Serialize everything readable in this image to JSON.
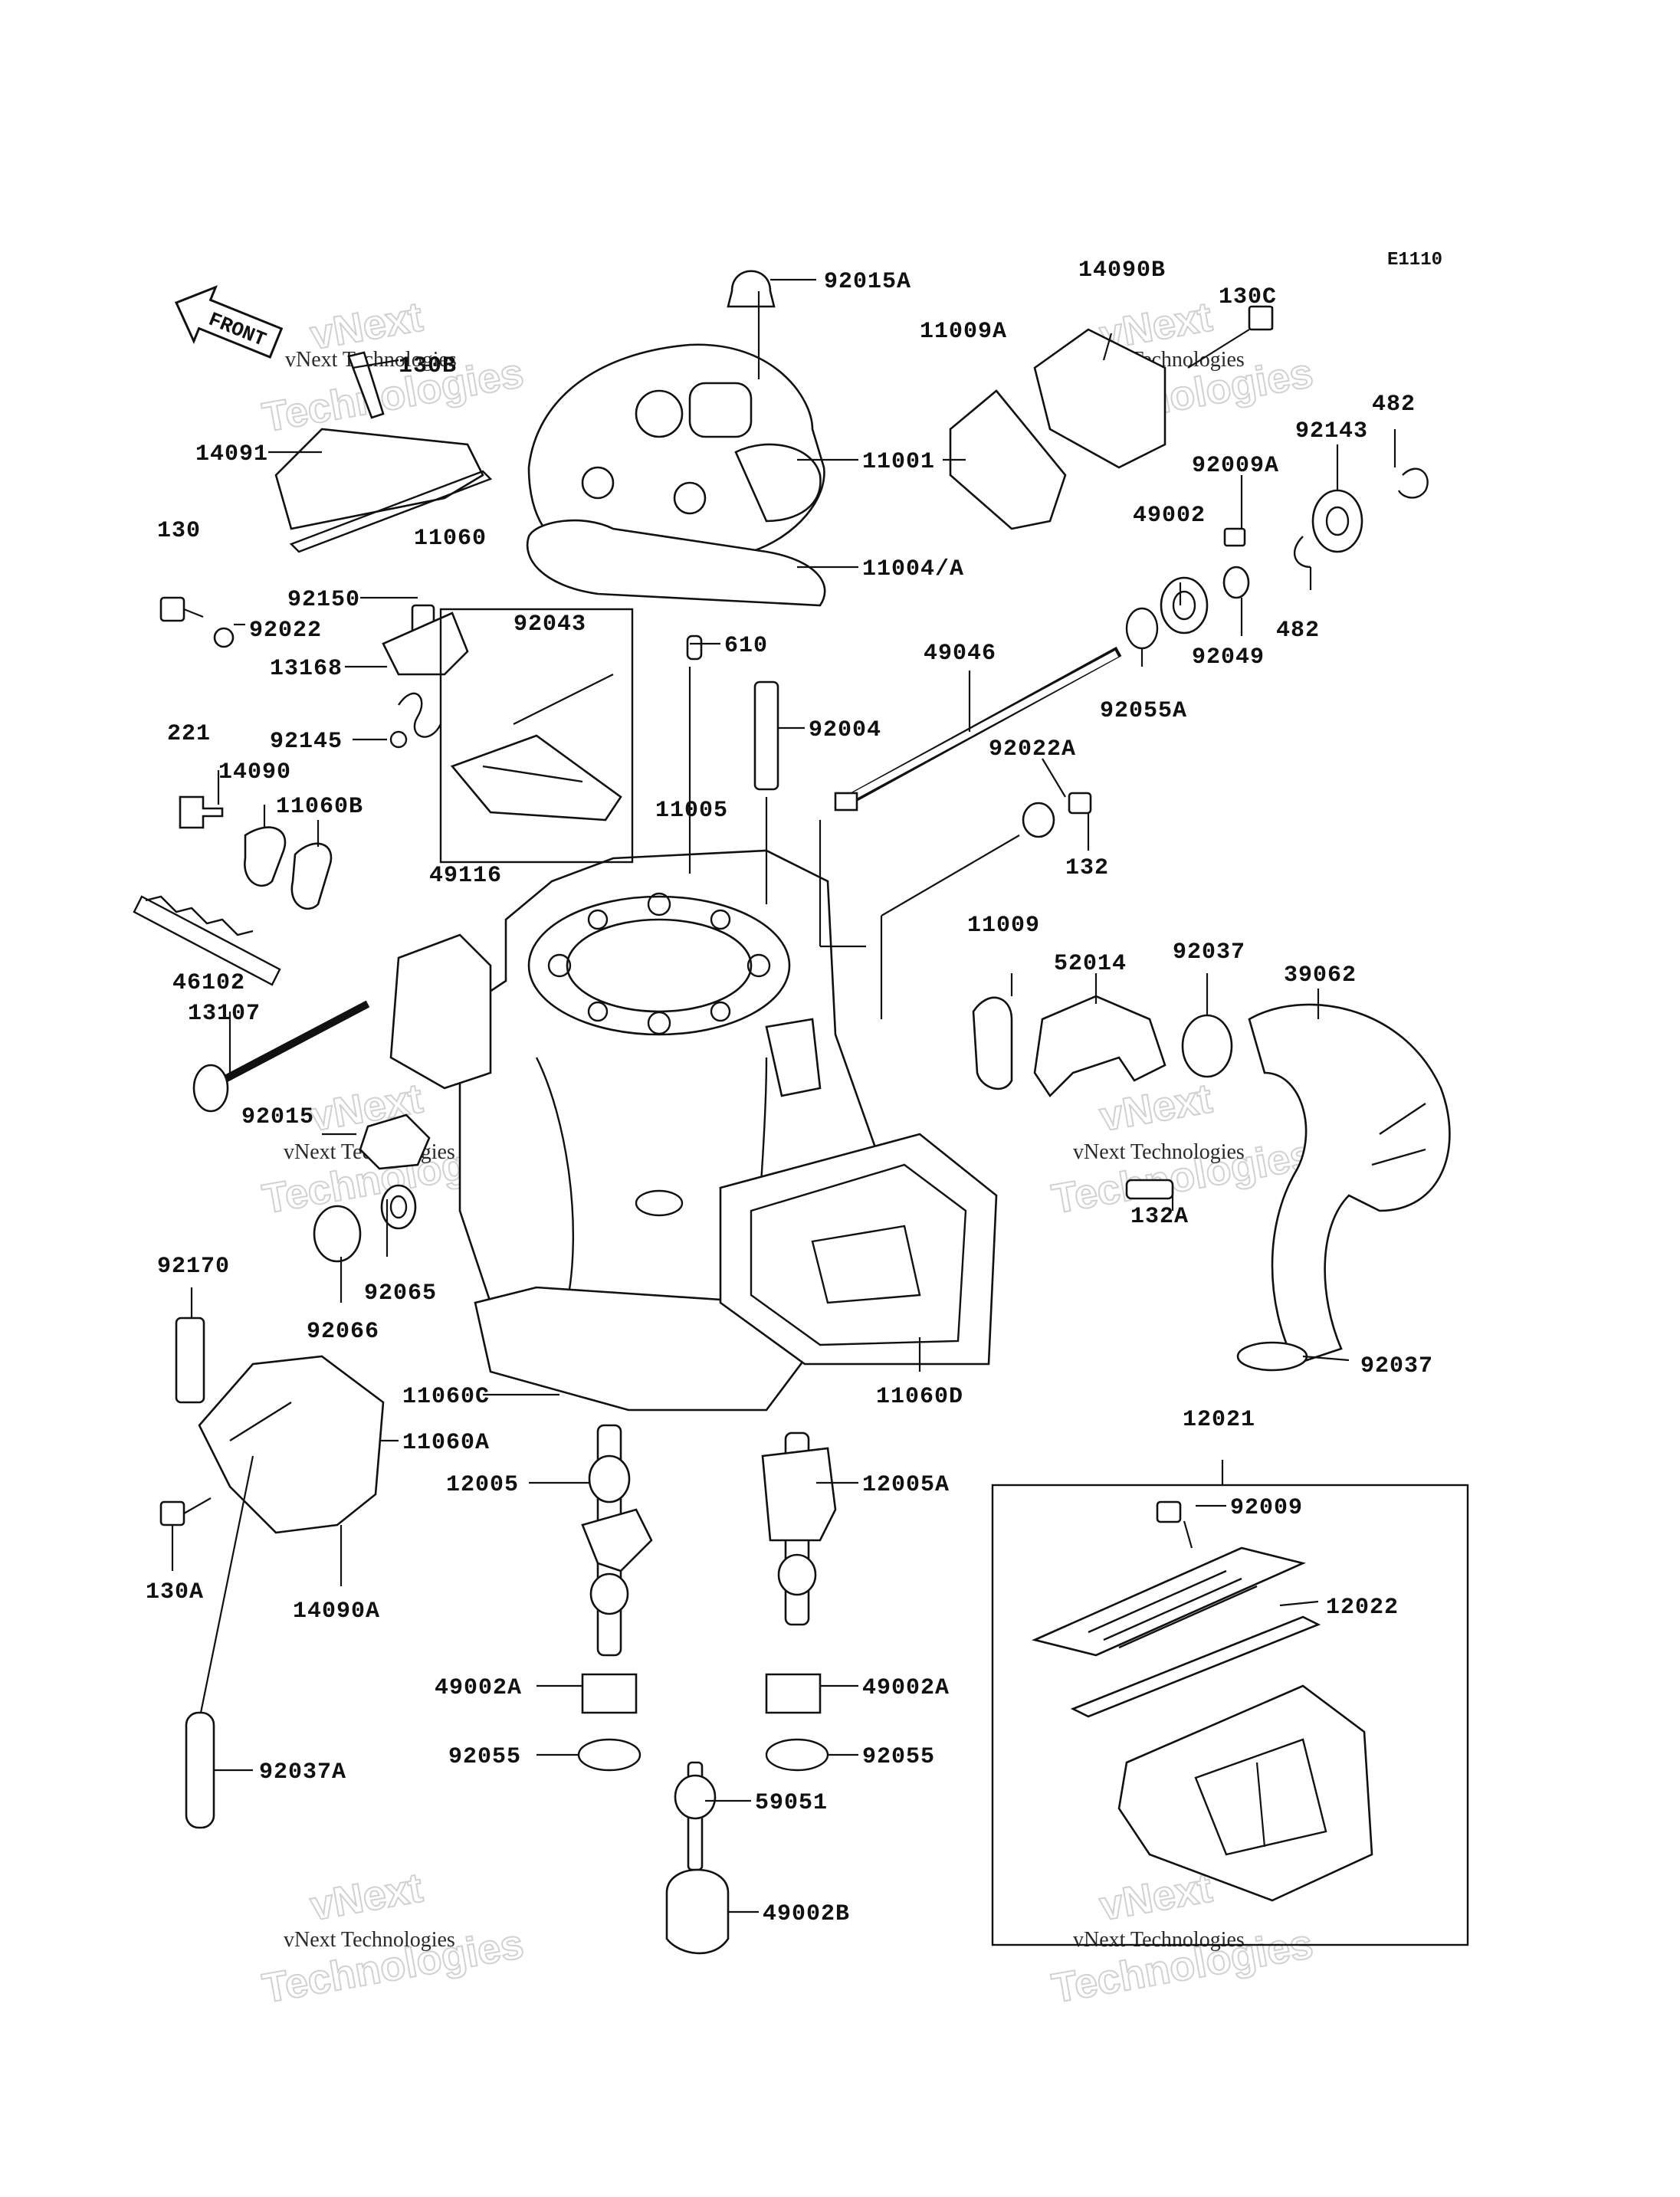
{
  "diagram_code": "E1110",
  "front_label": "FRONT",
  "watermark": {
    "line1": "vNext",
    "line2": "vNext Technologies",
    "line3": "Technologies"
  },
  "parts": {
    "p92015A": "92015A",
    "p14090B": "14090B",
    "p130C": "130C",
    "p11009A": "11009A",
    "p482a": "482",
    "p92143": "92143",
    "p130B": "130B",
    "p11001": "11001",
    "p92009A": "92009A",
    "p14091": "14091",
    "p49002": "49002",
    "p11060": "11060",
    "p11004A": "11004/A",
    "p130": "130",
    "p92150": "92150",
    "p92022": "92022",
    "p13168": "13168",
    "p92043": "92043",
    "p482b": "482",
    "p92049": "92049",
    "p610": "610",
    "p49046": "49046",
    "p92055A": "92055A",
    "p92004": "92004",
    "p221": "221",
    "p92145": "92145",
    "p92022A": "92022A",
    "p14090": "14090",
    "p11060B": "11060B",
    "p11005": "11005",
    "p132": "132",
    "p49116": "49116",
    "p11009": "11009",
    "p52014": "52014",
    "p92037a": "92037",
    "p39062": "39062",
    "p46102": "46102",
    "p13107": "13107",
    "p92015": "92015",
    "p132A": "132A",
    "p92065": "92065",
    "p92170": "92170",
    "p92066": "92066",
    "p92037b": "92037",
    "p11060C": "11060C",
    "p11060D": "11060D",
    "p12021": "12021",
    "p11060A": "11060A",
    "p12005": "12005",
    "p12005A": "12005A",
    "p92009": "92009",
    "p130A": "130A",
    "p14090A": "14090A",
    "p12022": "12022",
    "p49002Aa": "49002A",
    "p49002Ab": "49002A",
    "p92055a": "92055",
    "p92055b": "92055",
    "p92037A": "92037A",
    "p59051": "59051",
    "p49002B": "49002B"
  }
}
